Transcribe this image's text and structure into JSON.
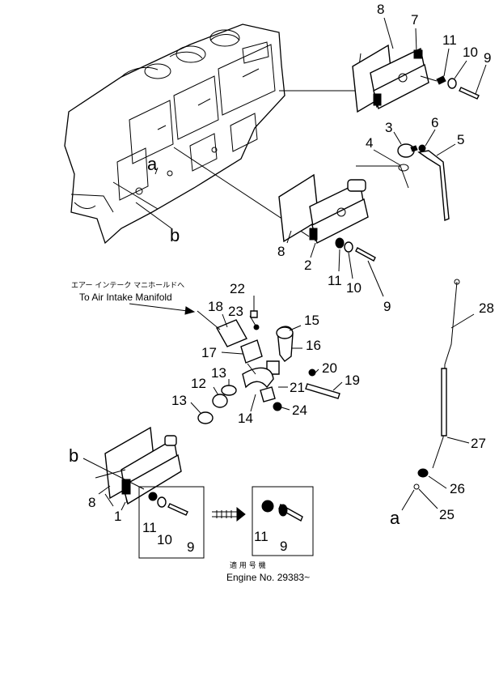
{
  "part_labels": {
    "p8_top": "8",
    "p7": "7",
    "p11_top": "11",
    "p10_top": "10",
    "p9_top": "9",
    "p3": "3",
    "p6": "6",
    "p4": "4",
    "p5": "5",
    "p8_mid": "8",
    "p2": "2",
    "p11_mid": "11",
    "p10_mid": "10",
    "p9_mid": "9",
    "p22": "22",
    "p23": "23",
    "p18": "18",
    "p15": "15",
    "p16": "16",
    "p17": "17",
    "p20": "20",
    "p21": "21",
    "p19": "19",
    "p13_a": "13",
    "p12": "12",
    "p13_b": "13",
    "p14": "14",
    "p24": "24",
    "p8_bot": "8",
    "p1": "1",
    "p11_bot": "11",
    "p10_bot": "10",
    "p9_bot": "9",
    "p11_new": "11",
    "p9_new": "9",
    "p28": "28",
    "p27": "27",
    "p26": "26",
    "p25": "25"
  },
  "ref_labels": {
    "a_top": "a",
    "b_top": "b",
    "b_bot": "b",
    "a_bot": "a"
  },
  "notes": {
    "manifold_jp": "エアー インテーク マニホールドへ",
    "manifold_en": "To Air Intake Manifold",
    "serial_jp": "適 用 号 機",
    "serial_en": "Engine No. 29383~"
  }
}
